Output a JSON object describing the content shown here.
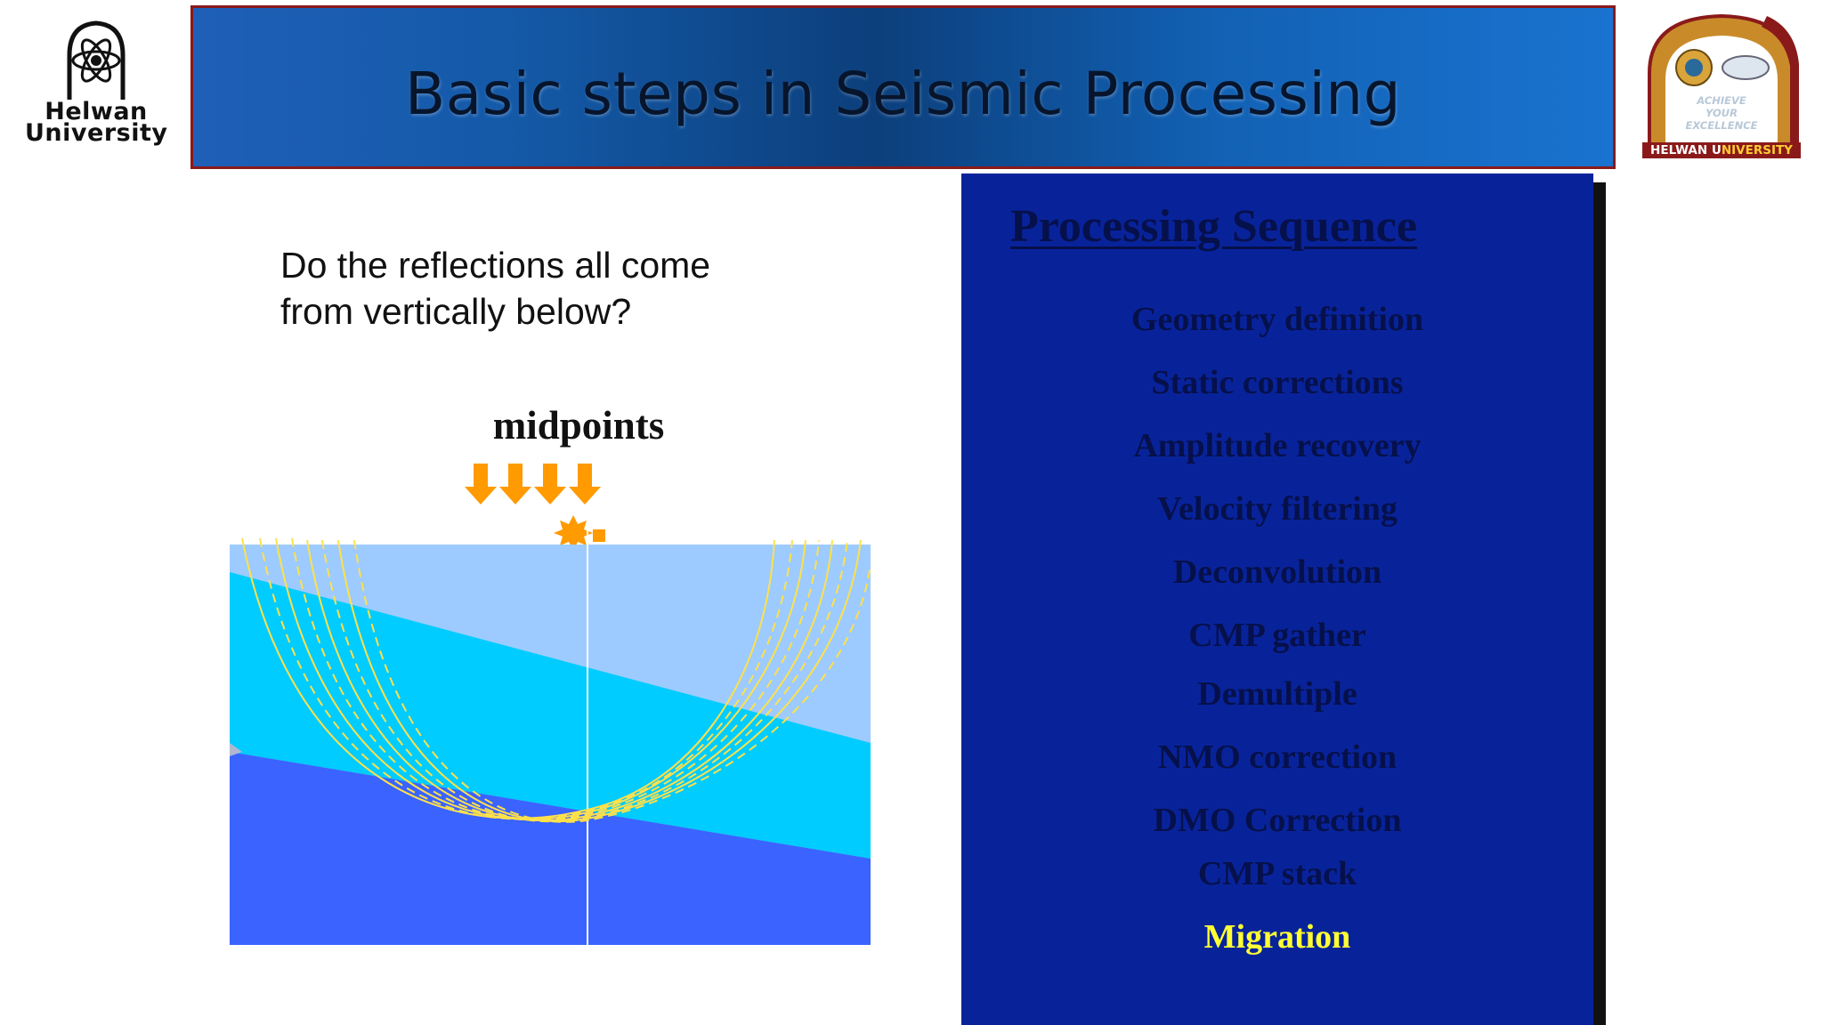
{
  "logo_left": {
    "line1": "Helwan",
    "line2": "University"
  },
  "title": "Basic steps in Seismic Processing",
  "logo_right": {
    "motto_1": "ACHIEVE",
    "motto_2": "YOUR",
    "motto_3": "EXCELLENCE",
    "strip_a": "HELWAN U",
    "strip_b": "NIVERSITY"
  },
  "question": {
    "line1": "Do the reflections all come",
    "line2": "from vertically below?"
  },
  "diagram": {
    "label": "midpoints"
  },
  "panel": {
    "heading": "Processing Sequence",
    "steps": [
      "Geometry definition",
      "Static corrections",
      "Amplitude recovery",
      "Velocity filtering",
      "Deconvolution",
      "CMP gather",
      "Demultiple",
      "NMO correction",
      "DMO Correction",
      "CMP stack",
      "Migration"
    ],
    "highlight_color": "#ffff33",
    "background": "#08239a"
  }
}
